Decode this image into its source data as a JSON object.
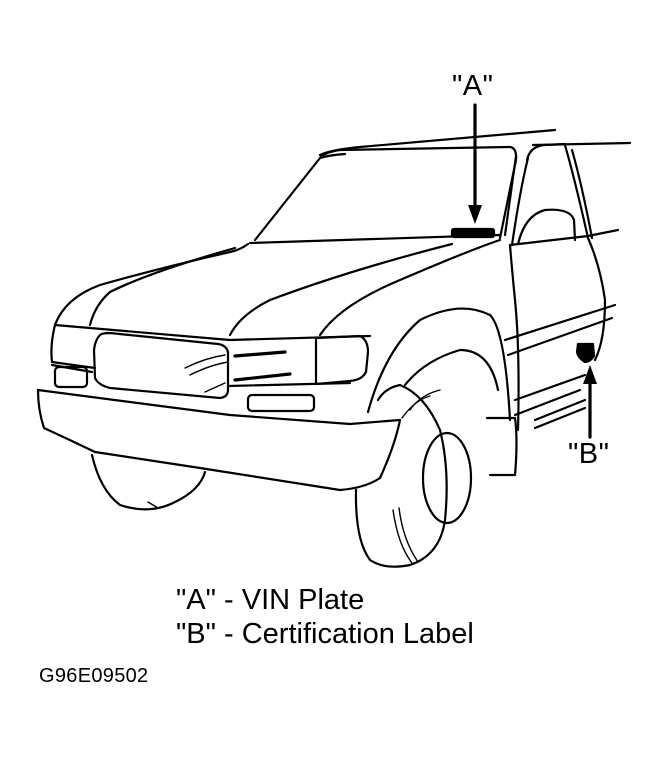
{
  "diagram": {
    "subject": "vehicle-front-three-quarter-view",
    "callouts": [
      {
        "id": "A",
        "label": "\"A\"",
        "target": "vin-plate",
        "arrow_direction": "down"
      },
      {
        "id": "B",
        "label": "\"B\"",
        "target": "certification-label",
        "arrow_direction": "up"
      }
    ],
    "legend": [
      {
        "key": "\"A\"",
        "separator": "-",
        "description": "VIN Plate"
      },
      {
        "key": "\"B\"",
        "separator": "-",
        "description": "Certification Label"
      }
    ],
    "figure_id": "G96E09502",
    "colors": {
      "line": "#000000",
      "background": "#ffffff"
    }
  }
}
